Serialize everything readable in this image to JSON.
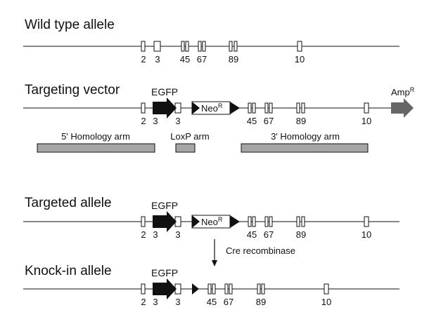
{
  "sections": {
    "wild_type": "Wild type allele",
    "targeting_vector": "Targeting vector",
    "targeted_allele": "Targeted allele",
    "knock_in": "Knock-in allele"
  },
  "exons": {
    "e2": "2",
    "e3": "3",
    "e45": "45",
    "e67": "67",
    "e89": "89",
    "e10": "10"
  },
  "elements": {
    "egfp": "EGFP",
    "neo": "Neo",
    "neo_sup": "R",
    "amp": "Amp",
    "amp_sup": "R"
  },
  "arms": {
    "five_prime": "5' Homology arm",
    "loxp": "LoxP arm",
    "three_prime": "3' Homology arm"
  },
  "step": {
    "cre": "Cre recombinase"
  },
  "colors": {
    "line": "#111111",
    "arm_fill": "#a6a6a6",
    "amp_fill": "#666666",
    "egfp_fill": "#111111"
  }
}
